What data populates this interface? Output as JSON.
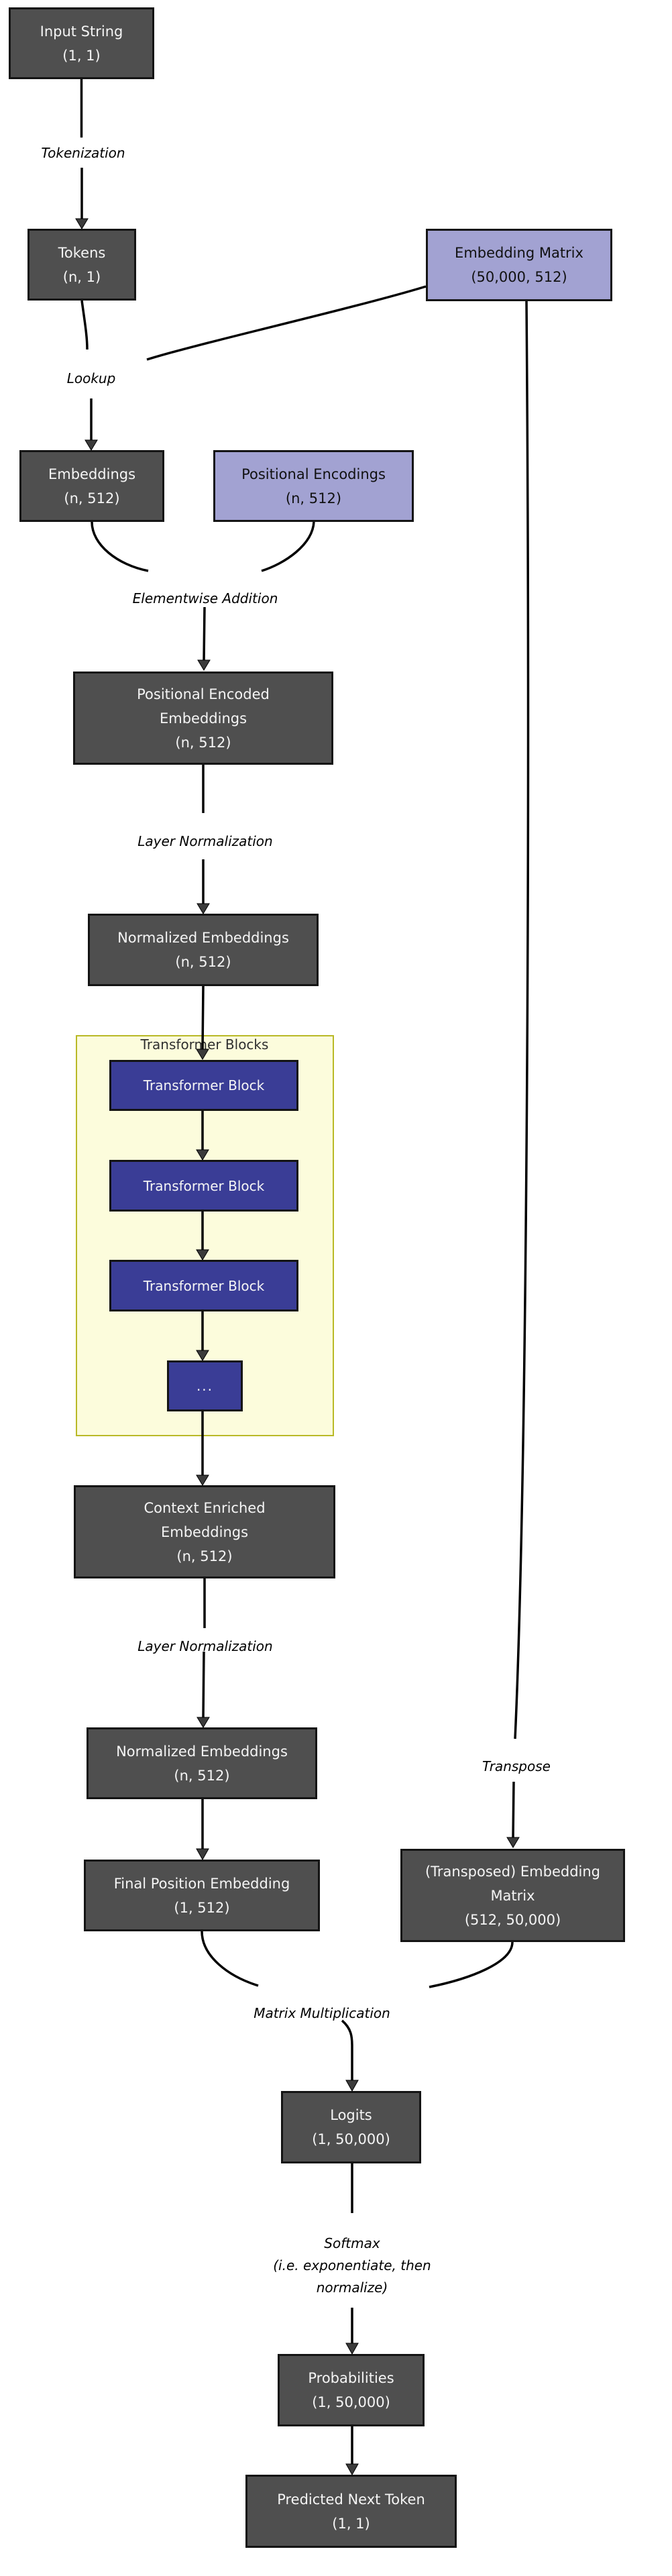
{
  "colors": {
    "page_bg": "#ffffff",
    "dark_box": "#4f4f4f",
    "purple_box": "#a2a2d2",
    "blue_box": "#3a3d96",
    "cluster_bg": "#fcfcdc",
    "cluster_border": "#b9b926",
    "border_color": "#141414",
    "text_light": "#f5f5f5",
    "text_dark": "#111111",
    "line_color": "#000000",
    "arrowhead_color": "#3b3b3b"
  },
  "nodes": {
    "input_string": {
      "lines": [
        "Input String",
        "(1, 1)"
      ]
    },
    "tokens": {
      "lines": [
        "Tokens",
        "(n, 1)"
      ]
    },
    "embedding_matrix": {
      "lines": [
        "Embedding Matrix",
        "(50,000, 512)"
      ]
    },
    "embeddings": {
      "lines": [
        "Embeddings",
        "(n, 512)"
      ]
    },
    "positional_encodings": {
      "lines": [
        "Positional Encodings",
        "(n, 512)"
      ]
    },
    "positional_encoded_embeddings": {
      "lines": [
        "Positional Encoded",
        "Embeddings",
        "(n, 512)"
      ]
    },
    "normalized_embeddings_1": {
      "lines": [
        "Normalized Embeddings",
        "(n, 512)"
      ]
    },
    "transformer_blocks_container": {
      "label": "Transformer Blocks"
    },
    "transformer_block_1": {
      "label": "Transformer Block"
    },
    "transformer_block_2": {
      "label": "Transformer Block"
    },
    "transformer_block_3": {
      "label": "Transformer Block"
    },
    "transformer_block_more": {
      "label": "..."
    },
    "context_enriched_embeddings": {
      "lines": [
        "Context Enriched",
        "Embeddings",
        "(n, 512)"
      ]
    },
    "normalized_embeddings_2": {
      "lines": [
        "Normalized Embeddings",
        "(n, 512)"
      ]
    },
    "final_position_embedding": {
      "lines": [
        "Final Position Embedding",
        "(1, 512)"
      ]
    },
    "transposed_embedding_matrix": {
      "lines": [
        "(Transposed) Embedding",
        "Matrix",
        "(512, 50,000)"
      ]
    },
    "logits": {
      "lines": [
        "Logits",
        "(1, 50,000)"
      ]
    },
    "probabilities": {
      "lines": [
        "Probabilities",
        "(1, 50,000)"
      ]
    },
    "predicted_next_token": {
      "lines": [
        "Predicted Next Token",
        "(1, 1)"
      ]
    }
  },
  "edge_labels": {
    "tokenization": "Tokenization",
    "lookup": "Lookup",
    "elementwise_addition": "Elementwise Addition",
    "layer_normalization_1": "Layer Normalization",
    "layer_normalization_2": "Layer Normalization",
    "transpose": "Transpose",
    "matrix_multiplication": "Matrix Multiplication",
    "softmax_line_1": "Softmax",
    "softmax_line_2": "(i.e. exponentiate, then",
    "softmax_line_3": "normalize)"
  }
}
